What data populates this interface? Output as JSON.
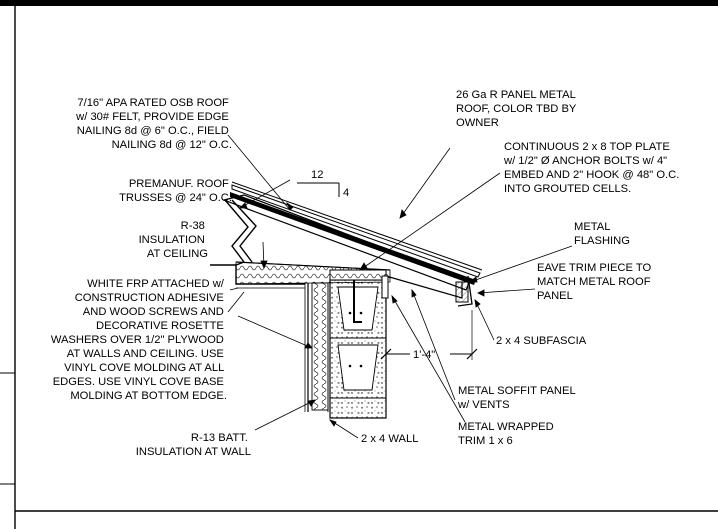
{
  "labels": {
    "osb_roof": [
      "7/16\" APA RATED OSB ROOF",
      "w/ 30# FELT, PROVIDE EDGE",
      "NAILING 8d @ 6\" O.C., FIELD",
      "NAILING 8d @ 12\" O.C."
    ],
    "metal_roof": [
      "26 Ga R PANEL METAL",
      "ROOF, COLOR TBD BY",
      "OWNER"
    ],
    "top_plate": [
      "CONTINUOUS 2 x 8 TOP PLATE",
      "w/ 1/2\" Ø ANCHOR BOLTS w/ 4\"",
      "EMBED AND 2\" HOOK @ 48\" O.C.",
      "INTO GROUTED CELLS."
    ],
    "trusses": [
      "PREMANUF. ROOF",
      "TRUSSES @ 24\" O.C."
    ],
    "ceiling_insulation": [
      "R-38",
      "INSULATION",
      "AT CEILING"
    ],
    "flashing": [
      "METAL",
      "FLASHING"
    ],
    "eave_trim": [
      "EAVE TRIM PIECE TO",
      "MATCH METAL ROOF",
      "PANEL"
    ],
    "frp": [
      "WHITE FRP ATTACHED w/",
      "CONSTRUCTION ADHESIVE",
      "AND WOOD SCREWS AND",
      "DECORATIVE ROSETTE",
      "WASHERS OVER 1/2\" PLYWOOD",
      "AT WALLS AND CEILING. USE",
      "VINYL COVE MOLDING AT ALL",
      "EDGES. USE VINYL COVE BASE",
      "MOLDING AT BOTTOM EDGE."
    ],
    "subfascia": [
      "2 x 4 SUBFASCIA"
    ],
    "soffit": [
      "METAL SOFFIT PANEL",
      "w/ VENTS"
    ],
    "wrapped_trim": [
      "METAL WRAPPED",
      "TRIM 1 x 6"
    ],
    "wall_insulation": [
      "R-13 BATT.",
      "INSULATION AT WALL"
    ],
    "wall": [
      "2 x 4 WALL"
    ]
  },
  "slope": {
    "run": "12",
    "rise": "4"
  },
  "dimension": {
    "overhang": "1'-4\""
  }
}
